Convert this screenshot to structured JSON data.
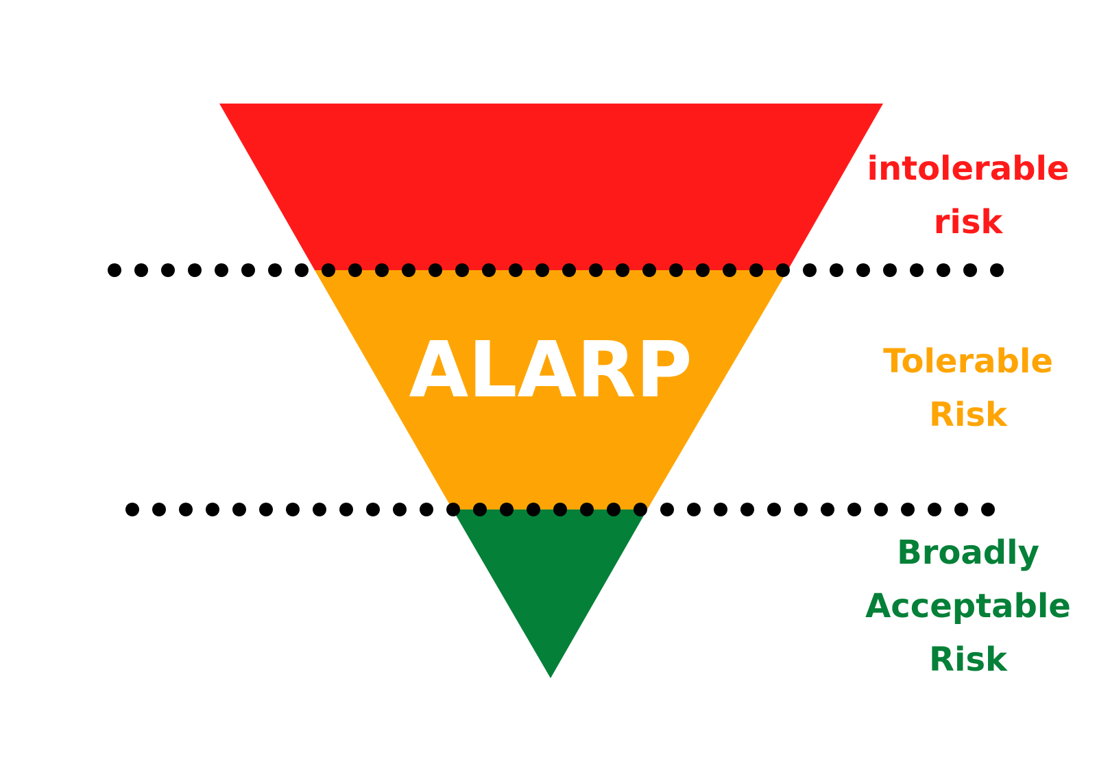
{
  "diagram": {
    "center_label": "ALARP",
    "zones": [
      {
        "id": "intolerable",
        "lines": [
          "intolerable",
          "risk"
        ],
        "color": "#ff1a1a"
      },
      {
        "id": "tolerable",
        "lines": [
          "Tolerable",
          "Risk"
        ],
        "color": "#fea505"
      },
      {
        "id": "acceptable",
        "lines": [
          "Broadly",
          "Acceptable",
          "Risk"
        ],
        "color": "#058038"
      }
    ],
    "center_label_color": "#ffffff",
    "divider_color": "#000000"
  }
}
